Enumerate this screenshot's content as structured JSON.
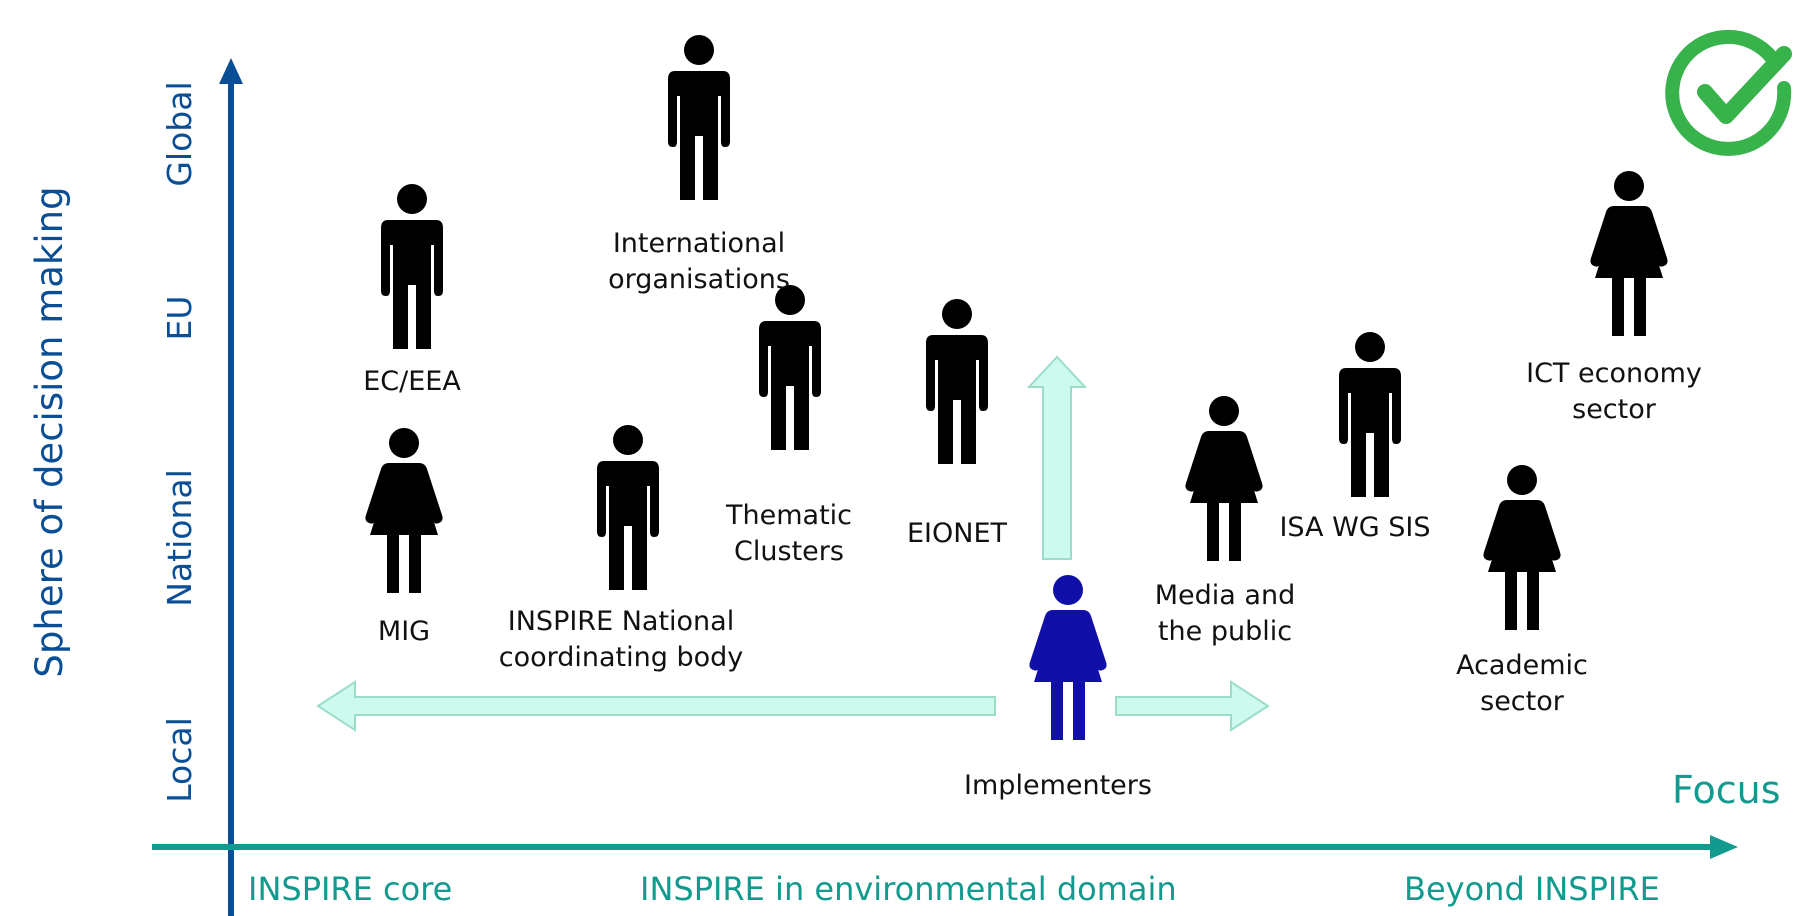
{
  "y_axis": {
    "title": "Sphere of decision making",
    "levels": [
      "Local",
      "National",
      "EU",
      "Global"
    ]
  },
  "x_axis": {
    "title": "Focus",
    "categories": [
      "INSPIRE core",
      "INSPIRE in environmental domain",
      "Beyond INSPIRE"
    ]
  },
  "stakeholders": {
    "international_organisations": [
      "International",
      "organisations"
    ],
    "ec_eea": "EC/EEA",
    "thematic_clusters": [
      "Thematic",
      "Clusters"
    ],
    "eionet": "EIONET",
    "mig": "MIG",
    "national_body": [
      "INSPIRE National",
      "coordinating body"
    ],
    "implementers": "Implementers",
    "media_public": [
      "Media and",
      "the public"
    ],
    "isa_wg_sis": "ISA WG SIS",
    "ict_sector": [
      "ICT economy",
      "sector"
    ],
    "academic_sector": [
      "Academic",
      "sector"
    ]
  },
  "colors": {
    "y_axis": "#0a4f95",
    "x_axis": "#129a8f",
    "person": "#000000",
    "implementer": "#1010a8",
    "arrow_fill": "#ccfbee",
    "arrow_stroke": "#9bdcca",
    "check": "#38b24a"
  },
  "icons": {
    "person": "person-icon",
    "check": "check-circle-icon"
  }
}
